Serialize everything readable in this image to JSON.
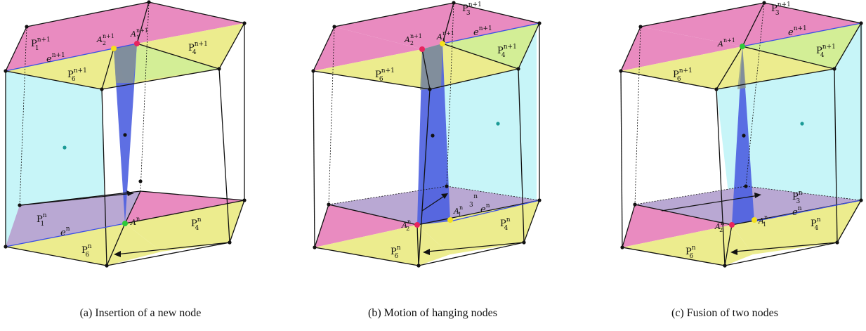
{
  "panels": [
    {
      "caption": "(a) Insertion of a new node",
      "labels": {
        "p1_top": "P",
        "p1_top_sub": "1",
        "p1_top_sup": "n+1",
        "p4_top": "P",
        "p4_top_sub": "4",
        "p4_top_sup": "n+1",
        "p6_top": "P",
        "p6_top_sub": "6",
        "p6_top_sup": "n+1",
        "e_top": "e",
        "e_top_sup": "n+1",
        "a2_top": "A",
        "a2_top_sub": "2",
        "a2_top_sup": "n+1",
        "a1_top": "A",
        "a1_top_sub": "1",
        "a1_top_sup": "n+1",
        "p1_bot": "P",
        "p1_bot_sub": "1",
        "p1_bot_sup": "n",
        "p4_bot": "P",
        "p4_bot_sub": "4",
        "p4_bot_sup": "n",
        "p6_bot": "P",
        "p6_bot_sub": "6",
        "p6_bot_sup": "n",
        "e_bot": "e",
        "e_bot_sup": "n",
        "a_bot": "A",
        "a_bot_sup": "n"
      }
    },
    {
      "caption": "(b) Motion of hanging nodes",
      "labels": {
        "p3_top": "P",
        "p3_top_sub": "3",
        "p3_top_sup": "n+1",
        "p4_top": "P",
        "p4_top_sub": "4",
        "p4_top_sup": "n+1",
        "p6_top": "P",
        "p6_top_sub": "6",
        "p6_top_sup": "n+1",
        "e_top": "e",
        "e_top_sup": "n+1",
        "a2_top": "A",
        "a2_top_sub": "2",
        "a2_top_sup": "n+1",
        "a1_top": "A",
        "a1_top_sub": "1",
        "a1_top_sup": "n+1",
        "p3_bot_sub": "3",
        "p3_bot_sup": "n",
        "p4_bot": "P",
        "p4_bot_sub": "4",
        "p4_bot_sup": "n",
        "p6_bot": "P",
        "p6_bot_sub": "6",
        "p6_bot_sup": "n",
        "e_bot": "e",
        "e_bot_sup": "n",
        "a2_bot": "A",
        "a2_bot_sub": "2",
        "a2_bot_sup": "n",
        "a1_bot": "A",
        "a1_bot_sub": "1",
        "a1_bot_sup": "n"
      }
    },
    {
      "caption": "(c) Fusion of two nodes",
      "labels": {
        "p3_top": "P",
        "p3_top_sub": "3",
        "p3_top_sup": "n+1",
        "p4_top": "P",
        "p4_top_sub": "4",
        "p4_top_sup": "n+1",
        "p6_top": "P",
        "p6_top_sub": "6",
        "p6_top_sup": "n+1",
        "e_top": "e",
        "e_top_sup": "n+1",
        "a_top": "A",
        "a_top_sup": "n+1",
        "p3_bot": "P",
        "p3_bot_sub": "3",
        "p3_bot_sup": "n",
        "p4_bot": "P",
        "p4_bot_sub": "4",
        "p4_bot_sup": "n",
        "p6_bot": "P",
        "p6_bot_sub": "6",
        "p6_bot_sup": "n",
        "e_bot": "e",
        "e_bot_sup": "n",
        "a2_bot": "A",
        "a2_bot_sub": "2",
        "a2_bot_sup": "n",
        "a1_bot": "A",
        "a1_bot_sub": "1",
        "a1_bot_sup": "n"
      }
    }
  ],
  "colors": {
    "magenta_face": "#e98bc0",
    "yellow_face": "#ecec8e",
    "green_face": "#d3ee96",
    "lavender_face": "#b9a8d3",
    "cyan_face": "#bdf3f7",
    "blue_face": "#4d5fe0",
    "edge": "#111111",
    "interface_edge": "#3b4fe6",
    "node_black": "#111111",
    "node_red": "#e8245e",
    "node_yellow": "#f4e01c",
    "node_green": "#2ec93a",
    "node_teal": "#1a9a96"
  }
}
